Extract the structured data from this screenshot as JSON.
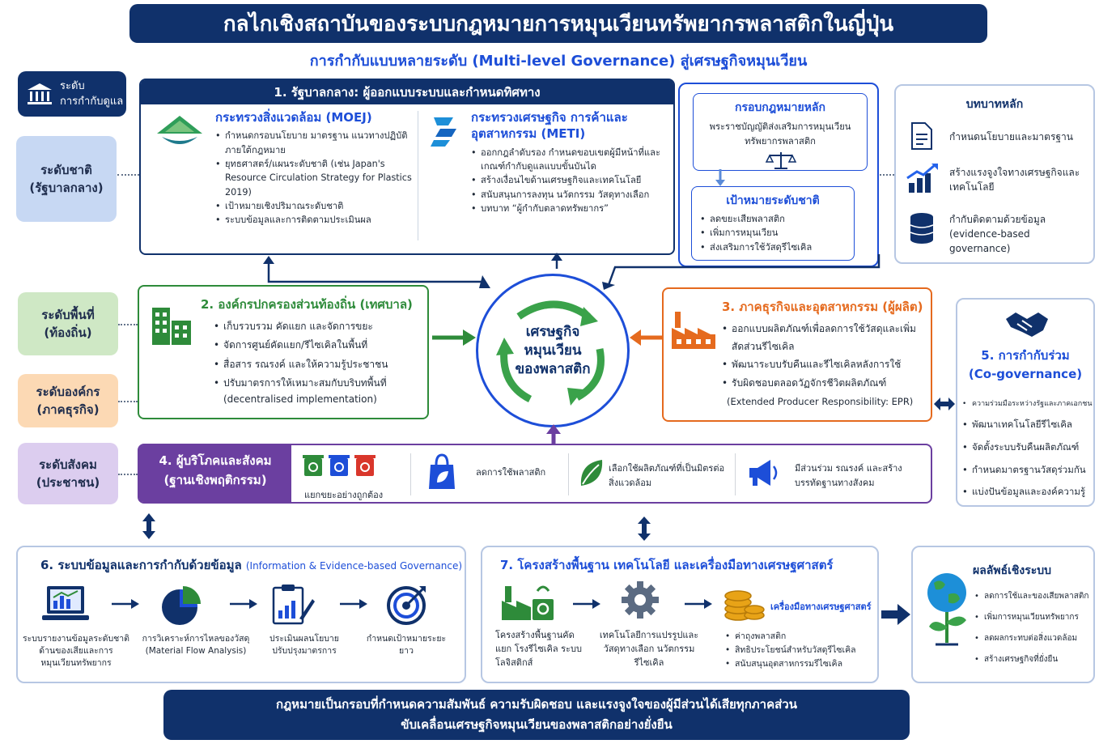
{
  "title": "กลไกเชิงสถาบันของระบบกฎหมายการหมุนเวียนทรัพยากรพลาสติกในญี่ปุ่น",
  "subtitle": "การกำกับแบบหลายระดับ (Multi-level Governance) สู่เศรษฐกิจหมุนเวียน",
  "levels": {
    "header": [
      "ระดับ",
      "การกำกับดูแล"
    ],
    "national": [
      "ระดับชาติ",
      "(รัฐบาลกลาง)"
    ],
    "local": [
      "ระดับพื้นที่",
      "(ท้องถิ่น)"
    ],
    "org": [
      "ระดับองค์กร",
      "(ภาคธุรกิจ)"
    ],
    "society": [
      "ระดับสังคม",
      "(ประชาชน)"
    ]
  },
  "central": {
    "header": "1. รัฐบาลกลาง: ผู้ออกแบบระบบและกำหนดทิศทาง",
    "moej": {
      "title": "กระทรวงสิ่งแวดล้อม (MOEJ)",
      "items": [
        "กำหนดกรอบนโยบาย มาตรฐาน แนวทางปฏิบัติภายใต้กฎหมาย",
        "ยุทธศาสตร์/แผนระดับชาติ (เช่น Japan's Resource Circulation Strategy for Plastics 2019)",
        "เป้าหมายเชิงปริมาณระดับชาติ",
        "ระบบข้อมูลและการติดตามประเมินผล"
      ]
    },
    "meti": {
      "title": "กระทรวงเศรษฐกิจ การค้าและอุตสาหกรรม (METI)",
      "items": [
        "ออกกฎลำดับรอง กำหนดขอบเขตผู้มีหน้าที่และเกณฑ์กำกับดูแลแบบขั้นบันได",
        "สร้างเงื่อนไขด้านเศรษฐกิจและเทคโนโลยี",
        "สนับสนุนการลงทุน นวัตกรรม วัสดุทางเลือก",
        "บทบาท “ผู้กำกับตลาดทรัพยากร”"
      ]
    }
  },
  "law": {
    "title": "กรอบกฎหมายหลัก",
    "text": "พระราชบัญญัติส่งเสริมการหมุนเวียนทรัพยากรพลาสติก"
  },
  "targets": {
    "title": "เป้าหมายระดับชาติ",
    "items": [
      "ลดขยะเสียพลาสติก",
      "เพิ่มการหมุนเวียน",
      "ส่งเสริมการใช้วัสดุรีไซเคิล"
    ]
  },
  "roles": {
    "title": "บทบาทหลัก",
    "items": [
      {
        "icon": "document-icon",
        "text": "กำหนดนโยบายและมาตรฐาน"
      },
      {
        "icon": "growth-chart-icon",
        "text": "สร้างแรงจูงใจทางเศรษฐกิจและเทคโนโลยี"
      },
      {
        "icon": "database-icon",
        "text": "กำกับติดตามด้วยข้อมูล (evidence-based governance)"
      }
    ]
  },
  "local_gov": {
    "title": "2. องค์กรปกครองส่วนท้องถิ่น (เทศบาล)",
    "items": [
      "เก็บรวบรวม คัดแยก และจัดการขยะ",
      "จัดการศูนย์คัดแยก/รีไซเคิลในพื้นที่",
      "สื่อสาร รณรงค์ และให้ความรู้ประชาชน",
      "ปรับมาตรการให้เหมาะสมกับบริบทพื้นที่"
    ],
    "note": "(decentralised implementation)"
  },
  "center": {
    "lines": [
      "เศรษฐกิจ",
      "หมุนเวียน",
      "ของพลาสติก"
    ]
  },
  "business": {
    "title": "3. ภาคธุรกิจและอุตสาหกรรม (ผู้ผลิต)",
    "items": [
      "ออกแบบผลิตภัณฑ์เพื่อลดการใช้วัสดุและเพิ่มสัดส่วนรีไซเคิล",
      "พัฒนาระบบรับคืนและรีไซเคิลหลังการใช้",
      "รับผิดชอบตลอดวัฏจักรชีวิตผลิตภัณฑ์"
    ],
    "note": "(Extended Producer Responsibility: EPR)"
  },
  "cogov": {
    "title": "5. การกำกับร่วม",
    "subtitle": "(Co-governance)",
    "items": [
      "ความร่วมมือระหว่างรัฐและภาคเอกชน",
      "พัฒนาเทคโนโลยีรีไซเคิล",
      "จัดตั้งระบบรับคืนผลิตภัณฑ์",
      "กำหนดมาตรฐานวัสดุร่วมกัน",
      "แบ่งปันข้อมูลและองค์ความรู้"
    ]
  },
  "consumers": {
    "title": "4. ผู้บริโภคและสังคม",
    "subtitle": "(ฐานเชิงพฤติกรรม)",
    "items": [
      {
        "icon": "recycle-bins-icon",
        "text": "แยกขยะอย่างถูกต้อง"
      },
      {
        "icon": "shopping-bag-icon",
        "text": "ลดการใช้พลาสติก"
      },
      {
        "icon": "leaf-icon",
        "text": "เลือกใช้ผลิตภัณฑ์ที่เป็นมิตรต่อสิ่งแวดล้อม"
      },
      {
        "icon": "megaphone-icon",
        "text": "มีส่วนร่วม รณรงค์ และสร้างบรรทัดฐานทางสังคม"
      }
    ]
  },
  "info": {
    "title": "6. ระบบข้อมูลและการกำกับด้วยข้อมูล",
    "title_en": "(Information & Evidence-based Governance)",
    "steps": [
      {
        "icon": "laptop-chart-icon",
        "text": "ระบบรายงานข้อมูลระดับชาติด้านของเสียและการหมุนเวียนทรัพยากร"
      },
      {
        "icon": "pie-chart-icon",
        "text": "การวิเคราะห์การไหลของวัสดุ (Material Flow Analysis)"
      },
      {
        "icon": "policy-evaluation-icon",
        "text": "ประเมินผลนโยบาย ปรับปรุงมาตรการ"
      },
      {
        "icon": "target-icon",
        "text": "กำหนดเป้าหมายระยะยาว"
      }
    ]
  },
  "infra": {
    "title": "7. โครงสร้างพื้นฐาน เทคโนโลยี และเครื่องมือทางเศรษฐศาสตร์",
    "steps": [
      {
        "icon": "recycling-plant-icon",
        "text": "โครงสร้างพื้นฐานคัดแยก โรงรีไซเคิล ระบบโลจิสติกส์"
      },
      {
        "icon": "gear-icon",
        "text": "เทคโนโลยีการแปรรูปและวัสดุทางเลือก นวัตกรรมรีไซเคิล"
      }
    ],
    "econ_title": "เครื่องมือทางเศรษฐศาสตร์",
    "econ_items": [
      "ค่าถุงพลาสติก",
      "สิทธิประโยชน์สำหรับวัสดุรีไซเคิล",
      "สนับสนุนอุตสาหกรรมรีไซเคิล"
    ]
  },
  "outcomes": {
    "title": "ผลลัพธ์เชิงระบบ",
    "items": [
      "ลดการใช้และของเสียพลาสติก",
      "เพิ่มการหมุนเวียนทรัพยากร",
      "ลดผลกระทบต่อสิ่งแวดล้อม",
      "สร้างเศรษฐกิจที่ยั่งยืน"
    ]
  },
  "footer": {
    "line1": "กฎหมายเป็นกรอบที่กำหนดความสัมพันธ์ ความรับผิดชอบ และแรงจูงใจของผู้มีส่วนได้เสียทุกภาคส่วน",
    "line2": "ขับเคลื่อนเศรษฐกิจหมุนเวียนของพลาสติกอย่างยั่งยืน"
  },
  "colors": {
    "navy": "#10316b",
    "blue": "#1d4ed8",
    "green": "#2e8b3a",
    "orange": "#e56a1e",
    "purple": "#6b3fa0",
    "lvl_national": "#c7d8f3",
    "lvl_local": "#cfe8c5",
    "lvl_org": "#fcd9b4",
    "lvl_society": "#dccdef"
  }
}
